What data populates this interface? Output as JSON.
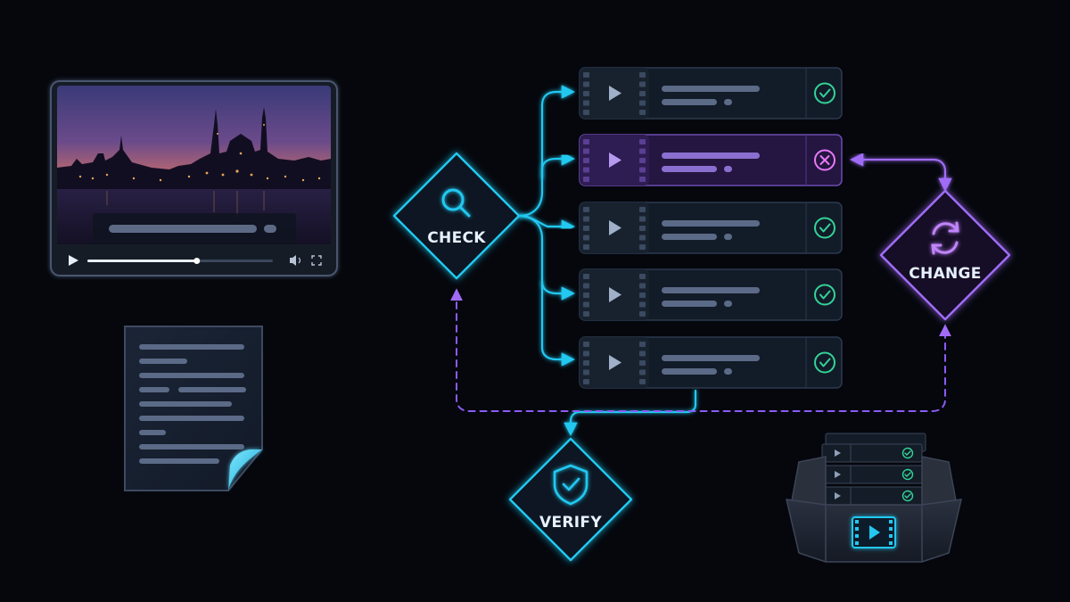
{
  "nodes": {
    "check": {
      "label": "CHECK",
      "icon": "magnifier-icon"
    },
    "change": {
      "label": "CHANGE",
      "icon": "refresh-icon"
    },
    "verify": {
      "label": "VERIFY",
      "icon": "shield-check-icon"
    }
  },
  "video_player": {
    "icons": [
      "play-icon",
      "volume-icon",
      "fullscreen-icon"
    ],
    "progress": 0.59
  },
  "clips": [
    {
      "status": "ok",
      "status_icon": "check-circle-icon"
    },
    {
      "status": "rejected",
      "status_icon": "x-circle-icon"
    },
    {
      "status": "ok",
      "status_icon": "check-circle-icon"
    },
    {
      "status": "ok",
      "status_icon": "check-circle-icon"
    },
    {
      "status": "ok",
      "status_icon": "check-circle-icon"
    }
  ],
  "colors": {
    "cyan": "#22c8f0",
    "purple": "#9b5cf6",
    "ok_green": "#34d399",
    "reject_pink": "#e879f9",
    "background": "#05070d"
  }
}
